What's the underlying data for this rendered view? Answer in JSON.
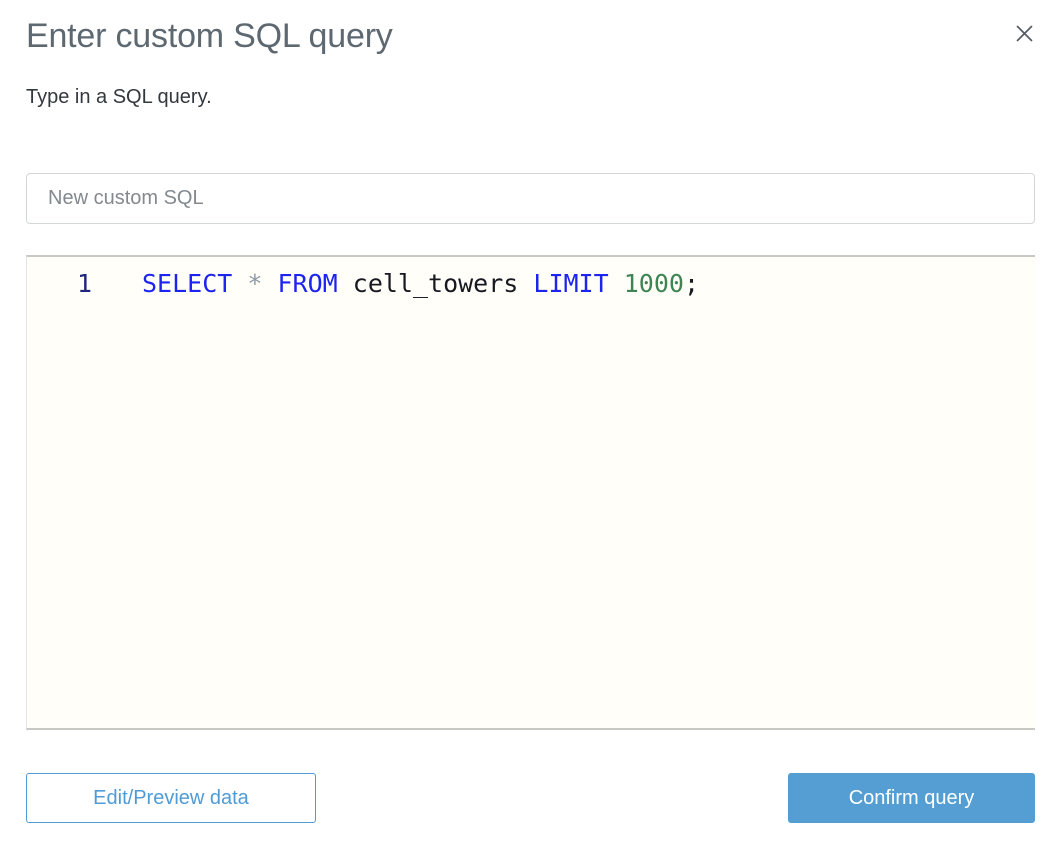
{
  "dialog": {
    "title": "Enter custom SQL query",
    "subtitle": "Type in a SQL query.",
    "name_input": {
      "value": "New custom SQL"
    },
    "editor": {
      "query_text": "SELECT * FROM cell_towers LIMIT 1000;",
      "lines": [
        {
          "number": "1",
          "tokens": [
            {
              "text": "SELECT",
              "type": "keyword"
            },
            {
              "text": " ",
              "type": "plain"
            },
            {
              "text": "*",
              "type": "operator"
            },
            {
              "text": " ",
              "type": "plain"
            },
            {
              "text": "FROM",
              "type": "keyword"
            },
            {
              "text": " cell_towers ",
              "type": "plain"
            },
            {
              "text": "LIMIT",
              "type": "keyword"
            },
            {
              "text": " ",
              "type": "plain"
            },
            {
              "text": "1000",
              "type": "number"
            },
            {
              "text": ";",
              "type": "plain"
            }
          ]
        }
      ]
    },
    "buttons": {
      "secondary_label": "Edit/Preview data",
      "primary_label": "Confirm query"
    },
    "icons": {
      "close": "x"
    },
    "colors": {
      "accent_blue": "#549ed3",
      "button_outline_blue": "#4f9bd5",
      "title_gray": "#5e6870",
      "editor_background": "#fffef8",
      "keyword_blue": "#1d24f0",
      "operator_gray": "#8e9aa6",
      "identifier_black": "#16191f",
      "number_green": "#3f8455",
      "line_number_navy": "#20257d"
    }
  }
}
